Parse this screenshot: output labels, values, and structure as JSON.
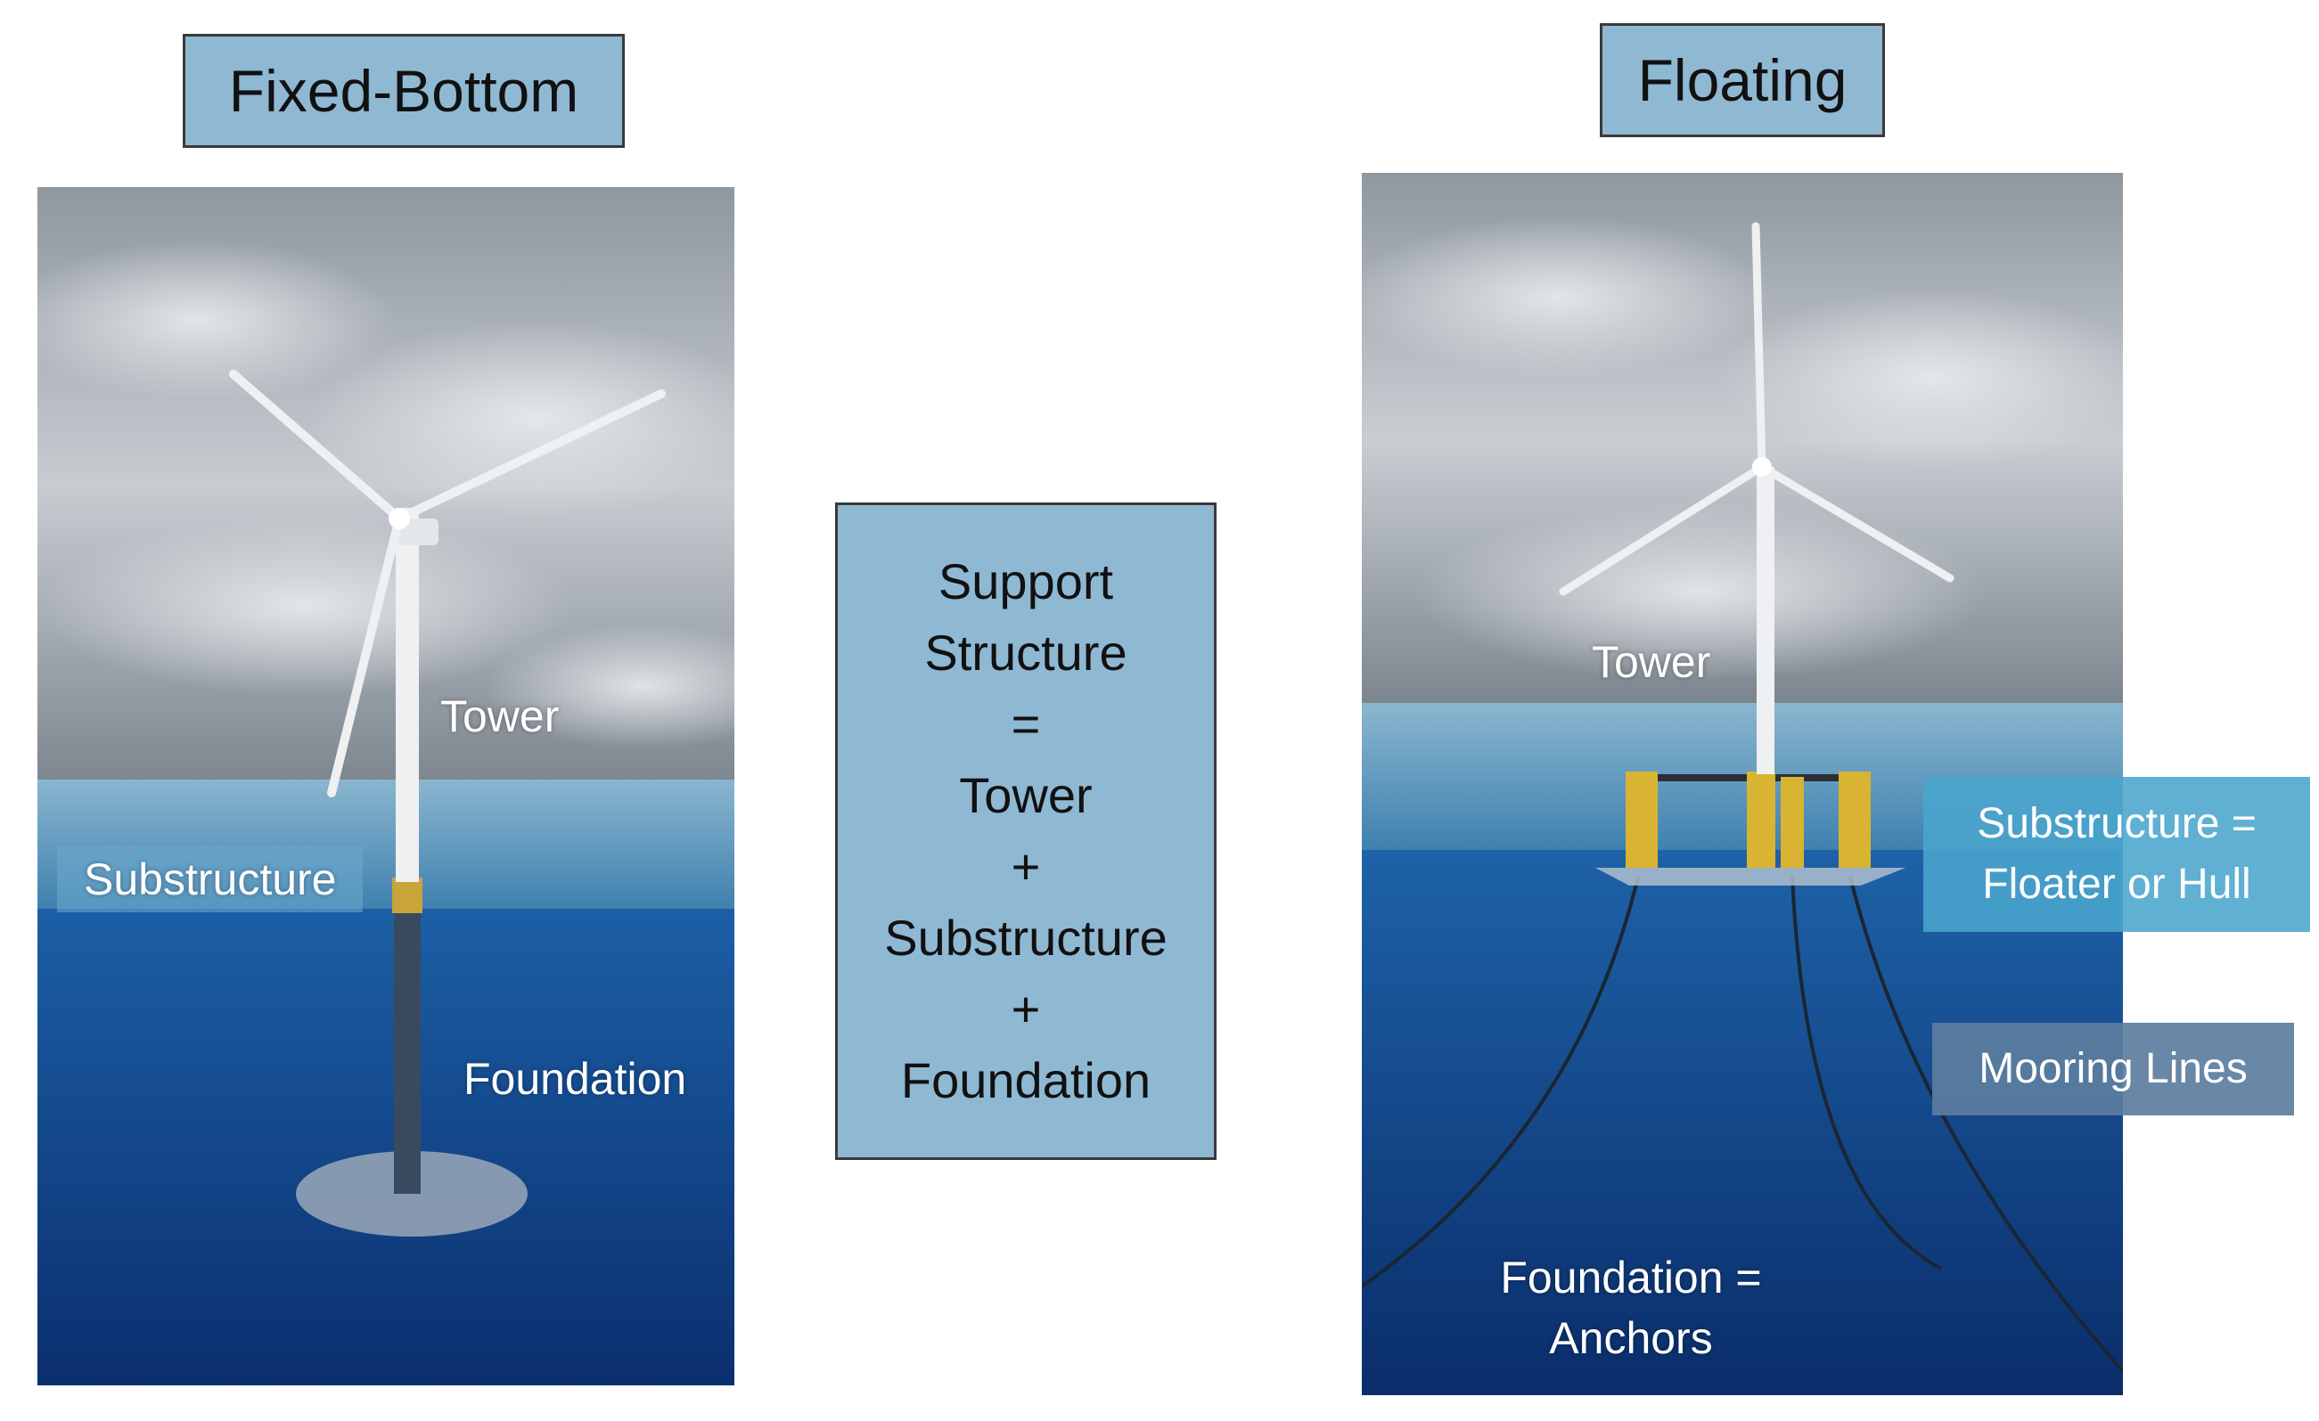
{
  "fixed": {
    "title": "Fixed-Bottom",
    "labels": {
      "tower": "Tower",
      "substructure": "Substructure",
      "foundation": "Foundation"
    }
  },
  "center": {
    "lines": [
      "Support",
      "Structure",
      "=",
      "Tower",
      "+",
      "Substructure",
      "+",
      "Foundation"
    ]
  },
  "floating": {
    "title": "Floating",
    "labels": {
      "tower": "Tower",
      "substructure_line1": "Substructure =",
      "substructure_line2": "Floater or Hull",
      "mooring": "Mooring Lines",
      "foundation_line1": "Foundation =",
      "foundation_line2": "Anchors"
    }
  },
  "colors": {
    "box_fill": "#8fb8d3",
    "box_border": "#3a3a3a",
    "deep_water": "#0d3f86",
    "sky": "#a6aeb6",
    "callout_substructure": "#4aa5cd",
    "callout_mooring": "#5c7da0"
  }
}
